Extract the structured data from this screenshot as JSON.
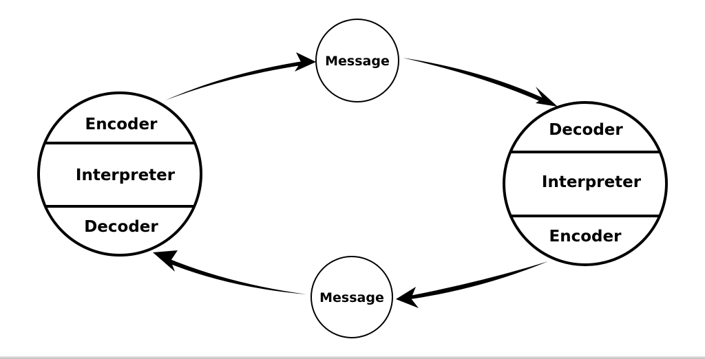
{
  "left_node": {
    "top_label": "Encoder",
    "middle_label": "Interpreter",
    "bottom_label": "Decoder"
  },
  "right_node": {
    "top_label": "Decoder",
    "middle_label": "Interpreter",
    "bottom_label": "Encoder"
  },
  "top_message": {
    "label": "Message"
  },
  "bottom_message": {
    "label": "Message"
  },
  "colors": {
    "stroke": "#000000",
    "background": "#ffffff"
  }
}
